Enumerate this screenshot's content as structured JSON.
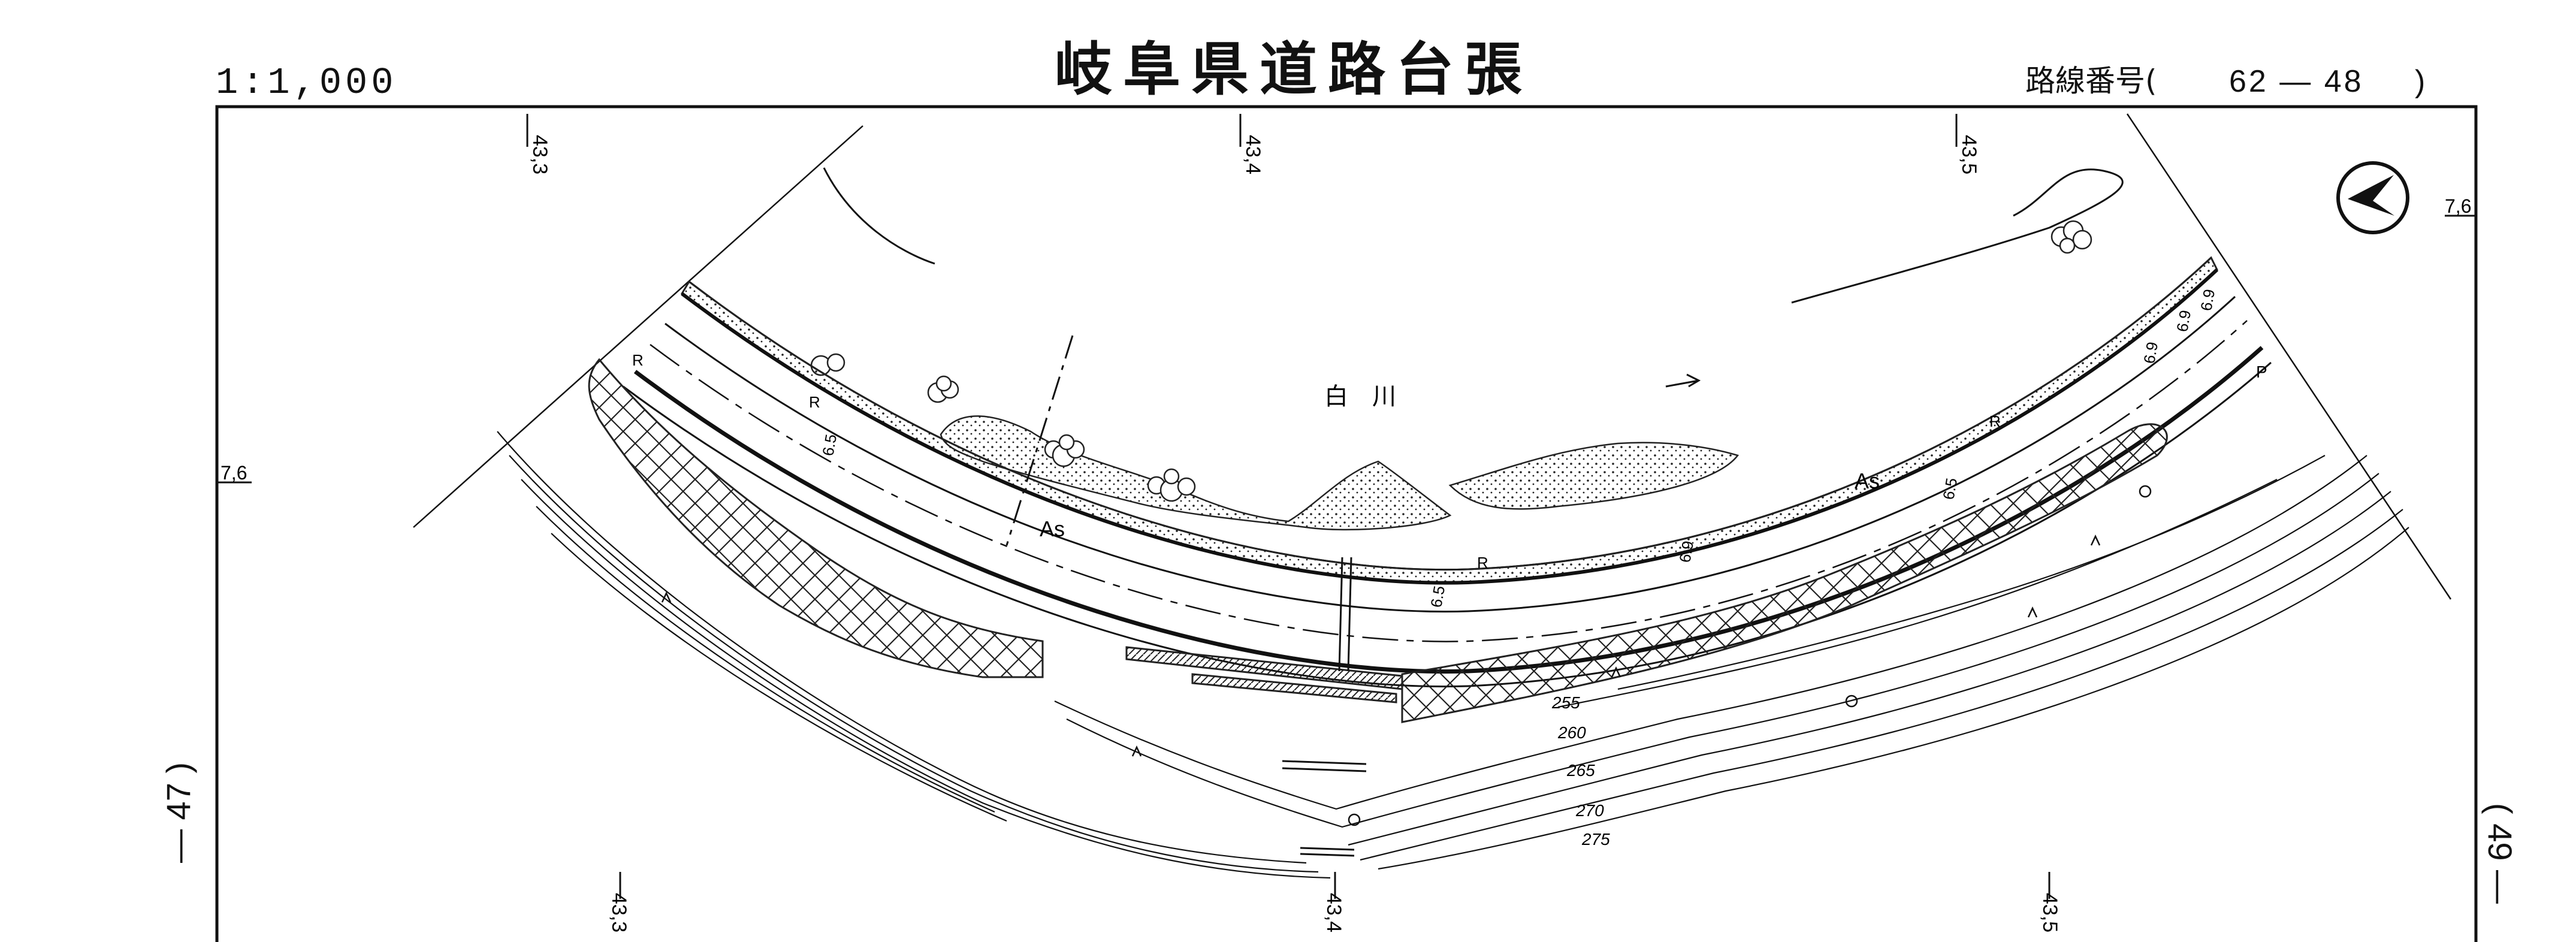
{
  "header": {
    "title": "岐阜県道路台張",
    "scale": "1:1,000",
    "route_label": "路線番号(",
    "route_number": "62 — 48",
    "route_close": ")"
  },
  "side_labels": {
    "left": "— 47 )",
    "right": "( 49 —"
  },
  "map": {
    "river_name": "白　川",
    "chainage_top": [
      "43,3",
      "43,4",
      "43,5"
    ],
    "chainage_bottom": [
      "43,3",
      "43,4",
      "43,5"
    ],
    "edge_marks": [
      "7,6",
      "7,6"
    ],
    "road_labels": [
      "As",
      "As"
    ],
    "curve_labels": [
      "R",
      "R",
      "R",
      "R"
    ],
    "widths": [
      "6.5",
      "6.5",
      "6.9",
      "6.9",
      "6.9",
      "6.9",
      "6.5"
    ],
    "contours": [
      "255",
      "260",
      "265",
      "270",
      "275"
    ],
    "parking_mark": "P",
    "north_icon": "north-arrow-icon"
  }
}
